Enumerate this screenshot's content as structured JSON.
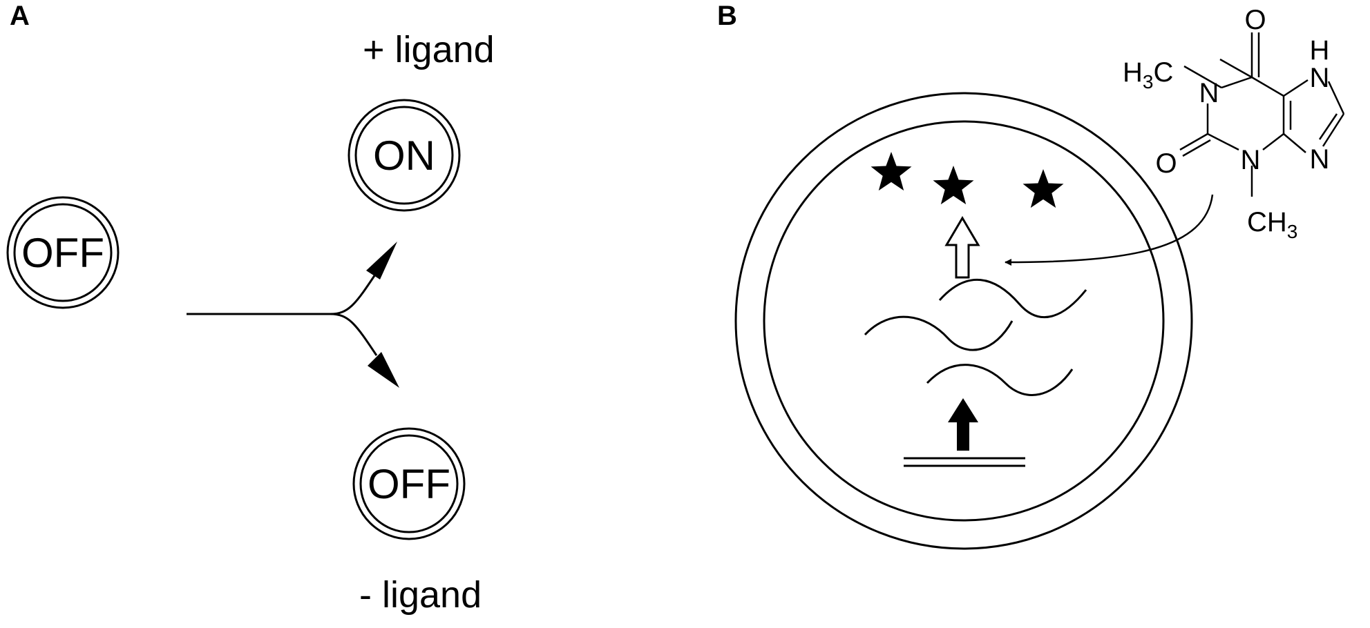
{
  "panel_a": {
    "label": "A",
    "start_state": "OFF",
    "on_state": "ON",
    "off_state": "OFF",
    "plus_ligand": "+ ligand",
    "minus_ligand": "- ligand"
  },
  "panel_b": {
    "label": "B",
    "molecule": {
      "methyl_top": {
        "prefix": "H",
        "sub": "3",
        "suffix": "C"
      },
      "methyl_bottom": {
        "prefix": "CH",
        "sub": "3"
      },
      "oxygen_top": "O",
      "oxygen_left": "O",
      "nitrogen_1": "N",
      "nitrogen_3": "N",
      "nitrogen_7": "N",
      "nitrogen_9": "N",
      "hydrogen": "H"
    }
  }
}
